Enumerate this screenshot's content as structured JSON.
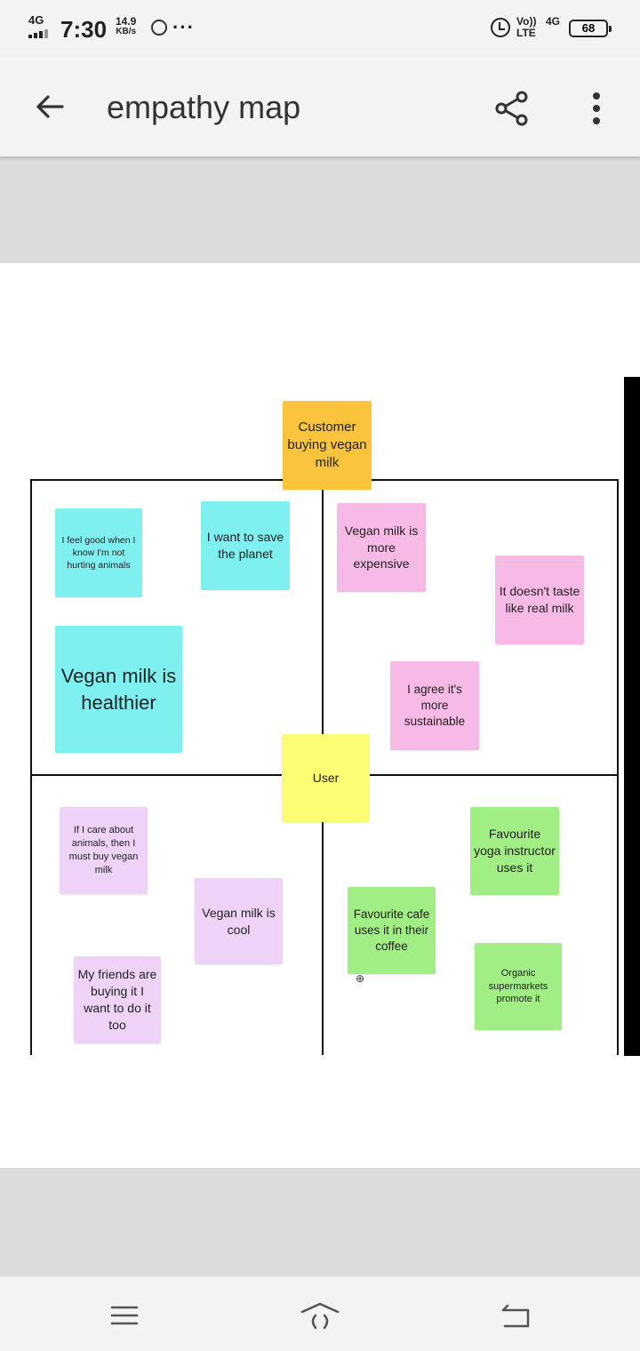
{
  "status_bar": {
    "network": "4G",
    "time": "7:30",
    "speed_value": "14.9",
    "speed_unit": "KB/s",
    "dots": "···",
    "volte": "Vo))",
    "lte": "LTE",
    "network2": "4G",
    "battery": "68"
  },
  "app_bar": {
    "title": "empathy map",
    "icons": [
      "back-arrow-icon",
      "share-icon",
      "more-vertical-icon"
    ]
  },
  "empathy_map": {
    "center_top_note": "Customer buying vegan milk",
    "center_note": "User",
    "notes": {
      "feel_good": "I feel good when I know I'm not hurting animals",
      "save_planet": "I want to save the planet",
      "healthier": "Vegan milk is healthier",
      "expensive": "Vegan milk is more expensive",
      "taste": "It doesn't taste like real milk",
      "sustainable": "I agree it's more sustainable",
      "care_animals": "If I care about animals, then I must buy vegan milk",
      "cool": "Vegan milk is cool",
      "friends": "My friends are buying it I want to do it too",
      "yoga": "Favourite yoga instructor uses it",
      "cafe": "Favourite cafe uses it in their coffee",
      "organic": "Organic supermarkets promote it"
    },
    "colors": {
      "cyan": "#7ef0f0",
      "pink": "#f7b9e6",
      "lavender": "#eed3f6",
      "green": "#a1ee84",
      "orange": "#fcc43c",
      "yellow": "#fdfd74"
    }
  },
  "nav_bar": {
    "icons": [
      "menu-icon",
      "home-icon",
      "back-icon"
    ]
  }
}
